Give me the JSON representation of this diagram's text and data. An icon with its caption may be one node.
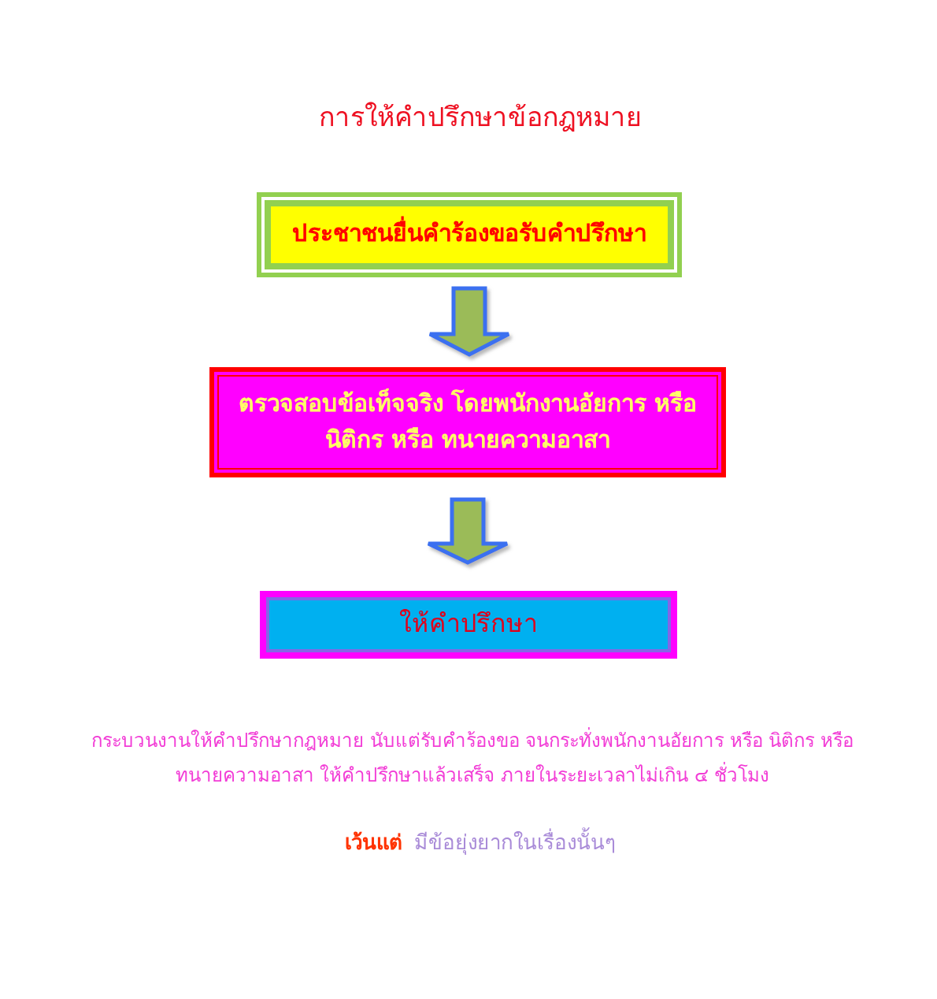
{
  "diagram": {
    "title": "การให้คำปรึกษาข้อกฎหมาย",
    "nodes": [
      {
        "text": [
          "ประชาชนยื่นคำร้องขอรับคำปรึกษา"
        ]
      },
      {
        "text": [
          "ตรวจสอบข้อเท็จจริง โดยพนักงานอัยการ หรือ นิติกร หรือ ทนายความอาสา"
        ]
      },
      {
        "text": [
          "ให้คำปรึกษา"
        ]
      }
    ],
    "edges": [
      {
        "from": 0,
        "to": 1,
        "arrow": "to"
      },
      {
        "from": 1,
        "to": 2,
        "arrow": "to"
      }
    ],
    "labels": [
      "กระบวนงานให้คำปรึกษากฎหมาย นับแต่รับคำร้องขอ จนกระทั่งพนักงานอัยการ หรือ นิติกร หรือ ทนายความอาสา ให้คำปรึกษาแล้วเสร็จ ภายในระยะเวลาไม่เกิน ๔ ชั่วโมง",
      "เว้นแต่",
      "มีข้อยุ่งยากในเรื่องนั้นๆ"
    ]
  }
}
